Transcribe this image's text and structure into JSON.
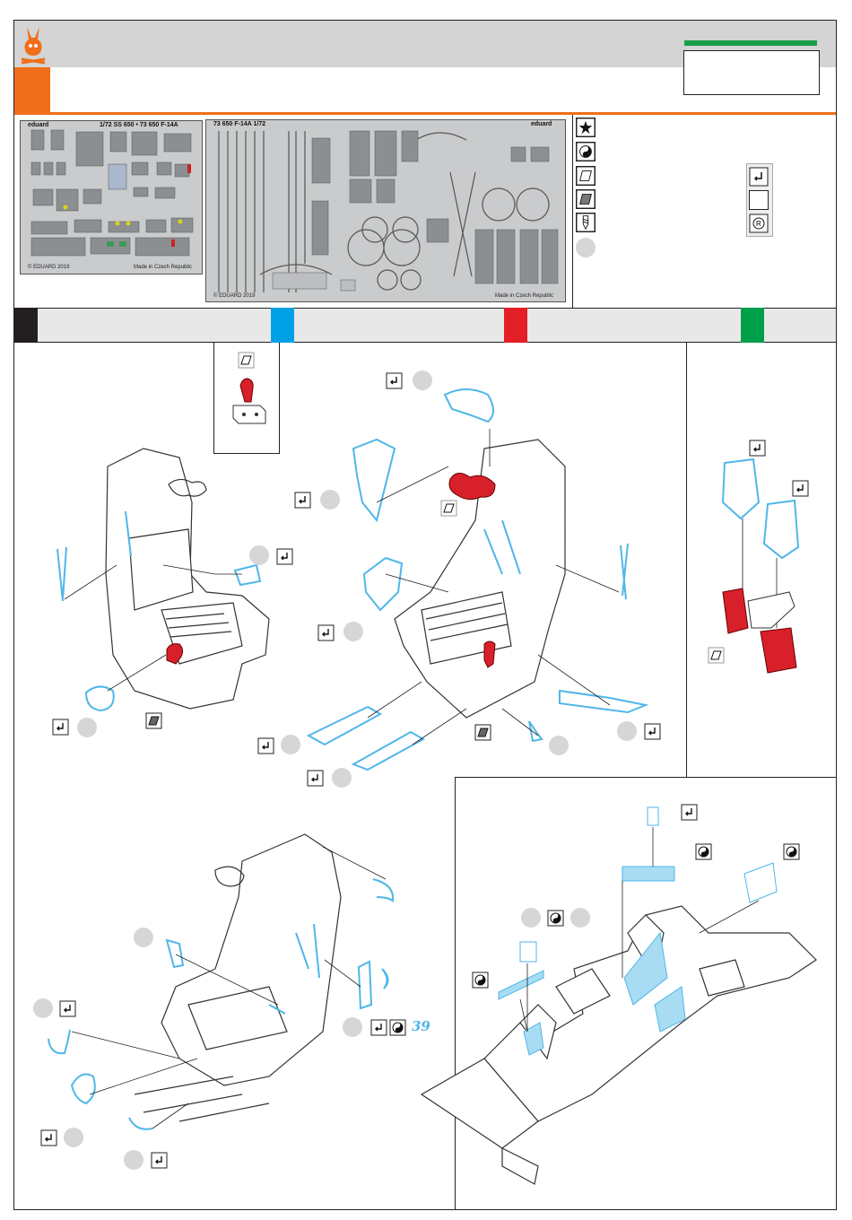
{
  "header": {
    "title": "",
    "code": ""
  },
  "frets": {
    "left": {
      "top_text": "1/72     SS 650 • 73 650    F-14A",
      "brand": "eduard",
      "foot_left": "© EDUARD 2019",
      "foot_right": "Made in Czech Republic"
    },
    "right": {
      "top_text": "73 650   F-14A   1/72",
      "brand": "eduard",
      "foot_left": "© EDUARD 2019",
      "foot_right": "Made in Czech Republic"
    }
  },
  "legend_icons": [
    "star-icon",
    "yin-yang-icon",
    "parallelogram-icon",
    "hatched-parallelogram-icon",
    "drill-icon"
  ],
  "paint_chips": {
    "black": "#231f20",
    "blue": "#00a1e4",
    "red": "#e31e24",
    "green": "#00a04a"
  },
  "colors": {
    "accent_orange": "#f06e1a",
    "part_blue": "#4fb6e8",
    "part_red": "#d8202a",
    "header_grey": "#d4d4d4"
  },
  "step_reference": "39"
}
